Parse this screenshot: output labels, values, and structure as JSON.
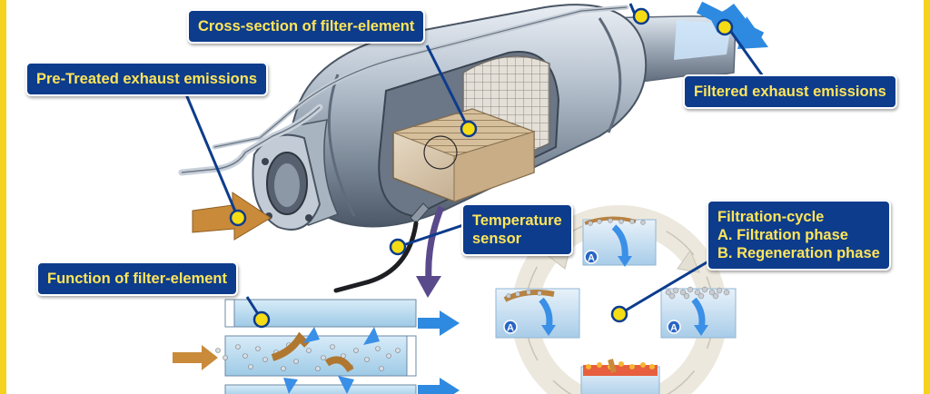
{
  "labels": {
    "cross_section": "Cross-section of filter-element",
    "pre_treated": "Pre-Treated exhaust emissions",
    "filtered": "Filtered exhaust emissions",
    "temperature_sensor": [
      "Temperature",
      "sensor"
    ],
    "function_element": "Function of filter-element",
    "filtration_cycle": [
      "Filtration-cycle",
      "A. Filtration phase",
      "B. Regeneration phase"
    ]
  },
  "phase_badge": "A",
  "colors": {
    "frame": "#f4d21e",
    "label_bg": "#0d3c8c",
    "label_text": "#ffe55a",
    "callout_dot": "#f6dc14",
    "flow_in": "#c98a3a",
    "flow_out": "#3a8fe6",
    "cycle_ring": "#e8e4d8"
  },
  "icons": [
    "callout-dot-icon",
    "flow-arrow-icon",
    "cycle-arrow-icon",
    "phase-badge-icon"
  ]
}
